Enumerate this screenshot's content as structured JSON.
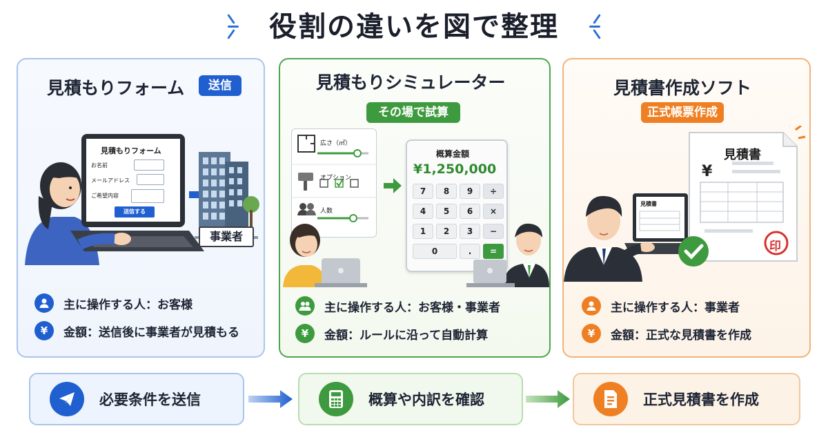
{
  "title": "役割の違いを図で整理",
  "colors": {
    "blue": "#1f5fd0",
    "green": "#3e9a3e",
    "orange": "#ee7f22"
  },
  "panels": {
    "form": {
      "title": "見積もりフォーム",
      "badge": "送信",
      "mock": {
        "heading": "見積もりフォーム",
        "name_label": "お名前",
        "email_label": "メールアドレス",
        "request_label": "ご希望内容",
        "submit": "送信する"
      },
      "business_label": "事業者",
      "operator": "主に操作する人：お客様",
      "amount": "金額：送信後に事業者が見積もる",
      "operator_icon": "person-icon",
      "amount_icon": "yen-icon"
    },
    "simulator": {
      "title": "見積もりシミュレーター",
      "badge": "その場で試算",
      "controls": {
        "area": "広さ（㎡）",
        "option": "オプション",
        "people": "人数"
      },
      "calc": {
        "label": "概算金額",
        "amount": "¥1,250,000",
        "keys": [
          "7",
          "8",
          "9",
          "÷",
          "4",
          "5",
          "6",
          "×",
          "1",
          "2",
          "3",
          "−",
          "0",
          ".",
          "="
        ]
      },
      "operator": "主に操作する人：お客様・事業者",
      "amount": "金額：ルールに沿って自動計算",
      "operator_icon": "group-icon",
      "amount_icon": "yen-icon"
    },
    "software": {
      "title": "見積書作成ソフト",
      "badge": "正式帳票作成",
      "doc_title": "見積書",
      "doc_yen": "¥",
      "stamp": "印",
      "laptop_doc": "見積書",
      "operator": "主に操作する人：事業者",
      "amount": "金額：正式な見積書を作成",
      "operator_icon": "person-icon",
      "amount_icon": "yen-icon"
    }
  },
  "steps": [
    {
      "label": "必要条件を送信",
      "icon": "paper-plane-icon"
    },
    {
      "label": "概算や内訳を確認",
      "icon": "calculator-icon"
    },
    {
      "label": "正式見積書を作成",
      "icon": "document-icon"
    }
  ]
}
